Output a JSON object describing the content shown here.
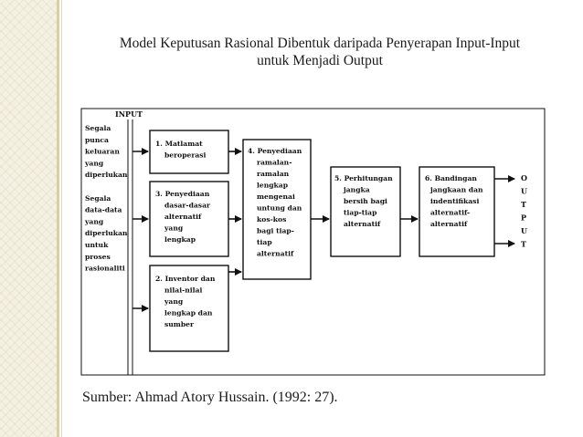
{
  "title": {
    "line1": "Model Keputusan Rasional Dibentuk daripada Penyerapan Input-Input",
    "line2": "untuk Menjadi Output"
  },
  "diagram": {
    "input_label": "INPUT",
    "output_letters": [
      "O",
      "U",
      "T",
      "P",
      "U",
      "T"
    ],
    "input_column": [
      "Segala",
      "punca",
      "keluaran",
      "yang",
      "diperlukan",
      "",
      "Segala",
      "data-data",
      "yang",
      "diperlukan",
      "untuk",
      "proses",
      "rasionaliti"
    ],
    "boxes": {
      "box1": [
        "1. Matlamat",
        "beroperasi"
      ],
      "box3": [
        "3. Penyediaan",
        "dasar-dasar",
        "alternatif",
        "yang",
        "lengkap"
      ],
      "box2": [
        "2. Inventor dan",
        "nilai-nilai",
        "yang",
        "lengkap dan",
        "sumber"
      ],
      "box4": [
        "4. Penyediaan",
        "ramalan-",
        "ramalan",
        "lengkap",
        "mengenai",
        "untung dan",
        "kos-kos",
        "bagi tiap-",
        "tiap",
        "alternatif"
      ],
      "box5": [
        "5. Perhitungan",
        "jangka",
        "bersih bagi",
        "tiap-tiap",
        "alternatif"
      ],
      "box6": [
        "6. Bandingan",
        "jangkaan dan",
        "indentifikasi",
        "alternatif-",
        "alternatif"
      ]
    }
  },
  "source": "Sumber: Ahmad Atory Hussain. (1992: 27)."
}
